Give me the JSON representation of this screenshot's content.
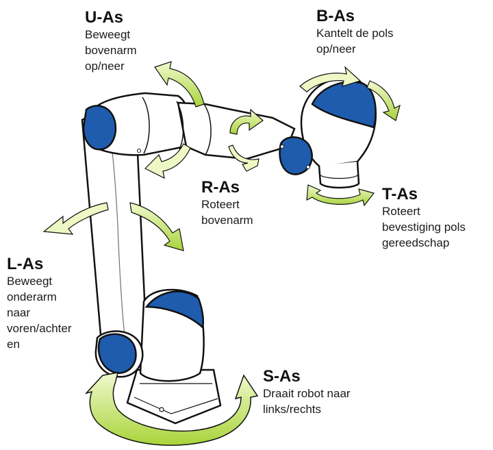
{
  "axes": {
    "u": {
      "title": "U-As",
      "description": "Beweegt\nbovenarm\nop/neer"
    },
    "b": {
      "title": "B-As",
      "description": "Kantelt de pols\nop/neer"
    },
    "r": {
      "title": "R-As",
      "description": "Roteert\nbovenarm"
    },
    "t": {
      "title": "T-As",
      "description": "Roteert\nbevestiging pols\ngereedschap"
    },
    "l": {
      "title": "L-As",
      "description": "Beweegt\nonderarm\nnaar\nvoren/achter\nen"
    },
    "s": {
      "title": "S-As",
      "description": "Draait robot naar\nlinks/rechts"
    }
  },
  "colors": {
    "arrow": "#a8d43a",
    "arrow_light": "#eef8c4",
    "joint_cap": "#1f5cae",
    "robot_body": "#ffffff",
    "outline": "#111111"
  }
}
